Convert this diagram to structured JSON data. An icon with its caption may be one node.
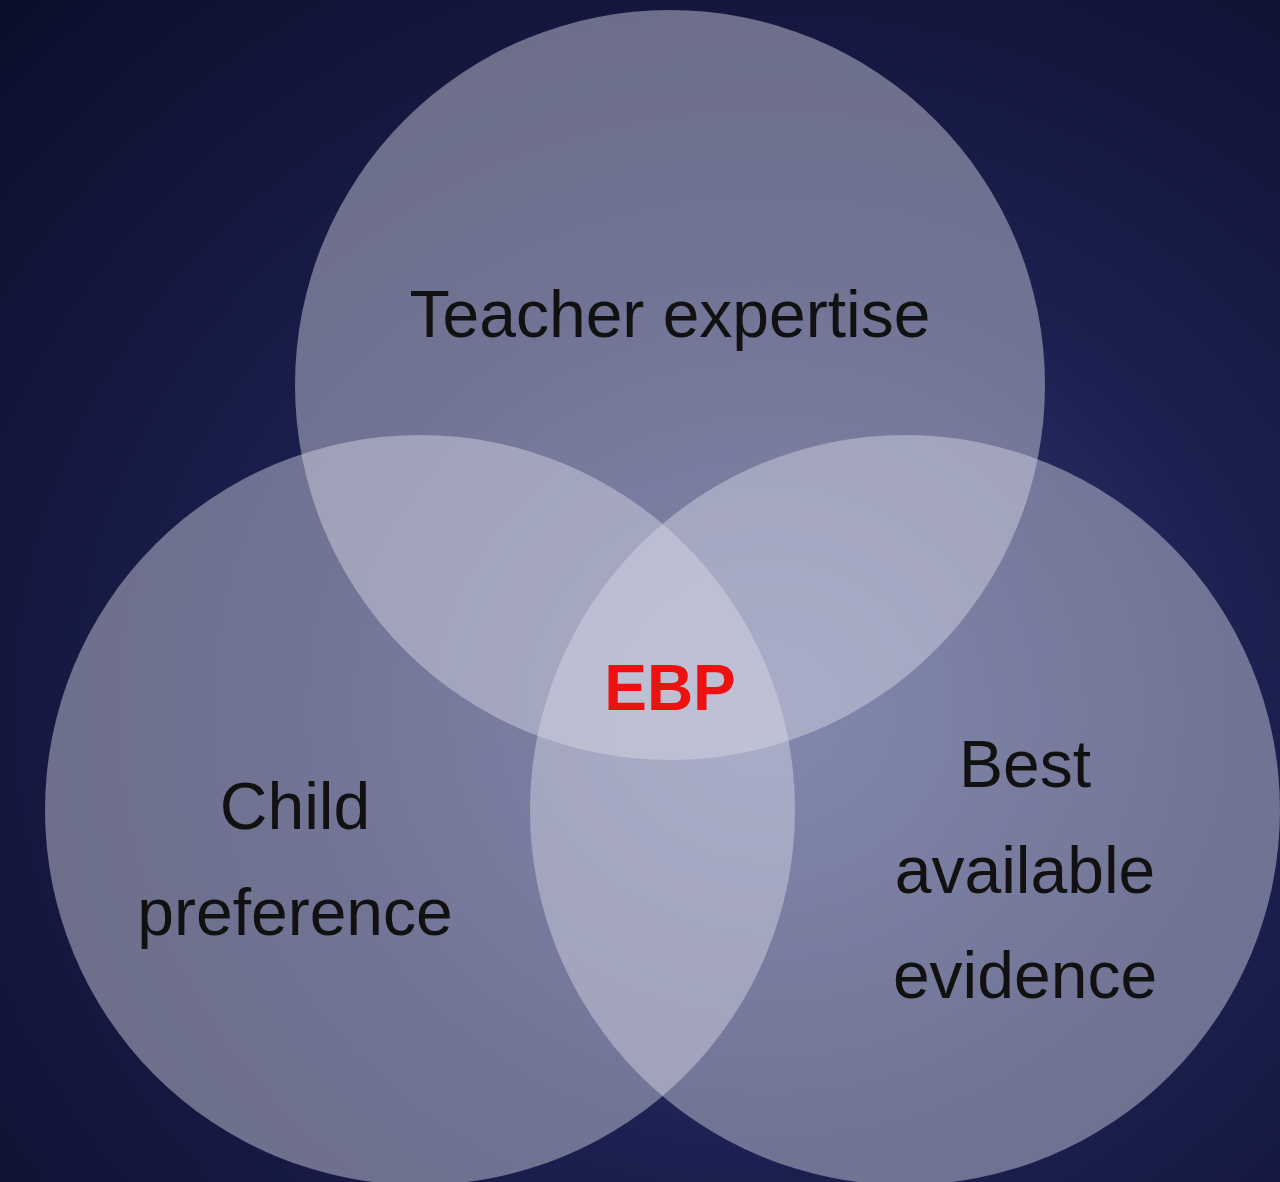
{
  "diagram": {
    "nodes": [
      {
        "text": [
          "Teacher expertise"
        ]
      },
      {
        "text": [
          "Child preference"
        ]
      },
      {
        "text": [
          "Best available evidence"
        ]
      }
    ],
    "edges": [],
    "labels": [
      "EBP"
    ]
  }
}
